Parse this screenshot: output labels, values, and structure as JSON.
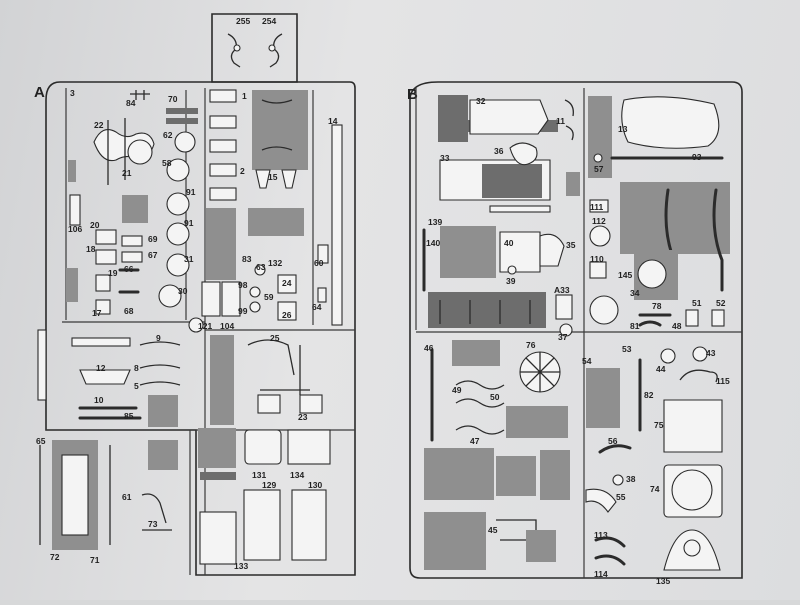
{
  "sheet": {
    "sprue_a": {
      "letter": "A",
      "part_numbers": [
        "255",
        "254",
        "3",
        "84",
        "70",
        "22",
        "62",
        "2",
        "1",
        "14",
        "21",
        "58",
        "15",
        "91",
        "106",
        "20",
        "69",
        "18",
        "67",
        "91",
        "31",
        "60",
        "83",
        "63",
        "132",
        "19",
        "66",
        "30",
        "98",
        "24",
        "99",
        "59",
        "64",
        "17",
        "68",
        "121",
        "104",
        "26",
        "9",
        "25",
        "12",
        "8",
        "5",
        "10",
        "85",
        "65",
        "131",
        "134",
        "129",
        "130",
        "61",
        "73",
        "72",
        "71",
        "133",
        "23"
      ]
    },
    "sprue_b": {
      "letter": "B",
      "part_numbers": [
        "32",
        "11",
        "13",
        "36",
        "33",
        "57",
        "93",
        "111",
        "139",
        "140",
        "40",
        "35",
        "112",
        "39",
        "110",
        "145",
        "34",
        "A33",
        "78",
        "51",
        "52",
        "81",
        "48",
        "37",
        "46",
        "76",
        "53",
        "54",
        "44",
        "43",
        "49",
        "50",
        "82",
        "115",
        "47",
        "75",
        "56",
        "38",
        "74",
        "55",
        "45",
        "113",
        "114",
        "135"
      ]
    },
    "colors": {
      "shaded_part": "#8f8f8f",
      "line": "#2a2a2a",
      "paper": "#dcdddf"
    }
  }
}
